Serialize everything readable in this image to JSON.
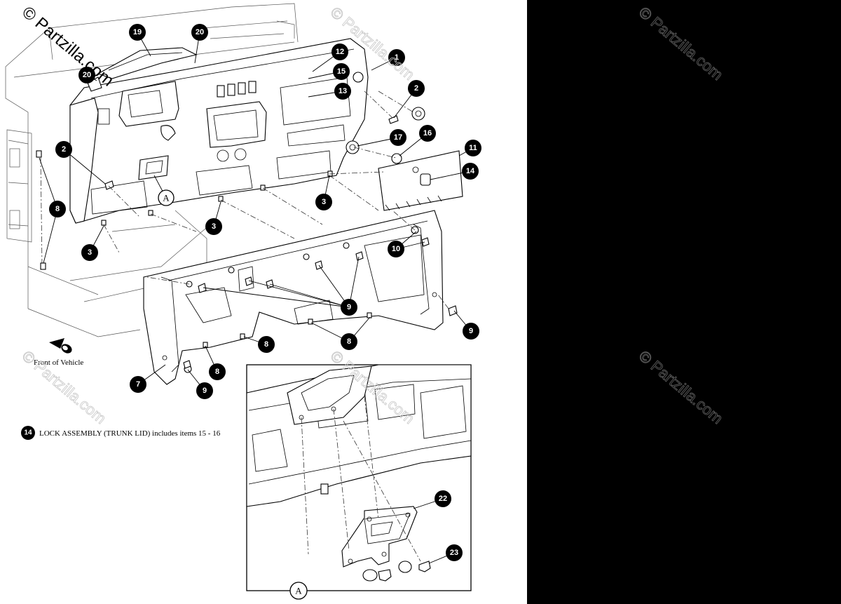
{
  "watermark": {
    "text": "Partzilla.com",
    "corner_text": "© Partzilla.com"
  },
  "labels": {
    "front_of_vehicle": "Front of Vehicle"
  },
  "note": {
    "item": "14",
    "text": "LOCK ASSEMBLY (TRUNK LID) includes items 15 - 16"
  },
  "detail": {
    "ref": "A"
  },
  "callouts": {
    "c1": "1",
    "c2a": "2",
    "c2b": "2",
    "c3a": "3",
    "c3b": "3",
    "c3c": "3",
    "c7": "7",
    "c8a": "8",
    "c8b": "8",
    "c8c": "8",
    "c8d": "8",
    "c9a": "9",
    "c9b": "9",
    "c9c": "9",
    "c10": "10",
    "c11": "11",
    "c12": "12",
    "c13": "13",
    "c14": "14",
    "c15": "15",
    "c16": "16",
    "c17": "17",
    "c19": "19",
    "c20a": "20",
    "c20b": "20",
    "c22": "22",
    "c23": "23"
  }
}
